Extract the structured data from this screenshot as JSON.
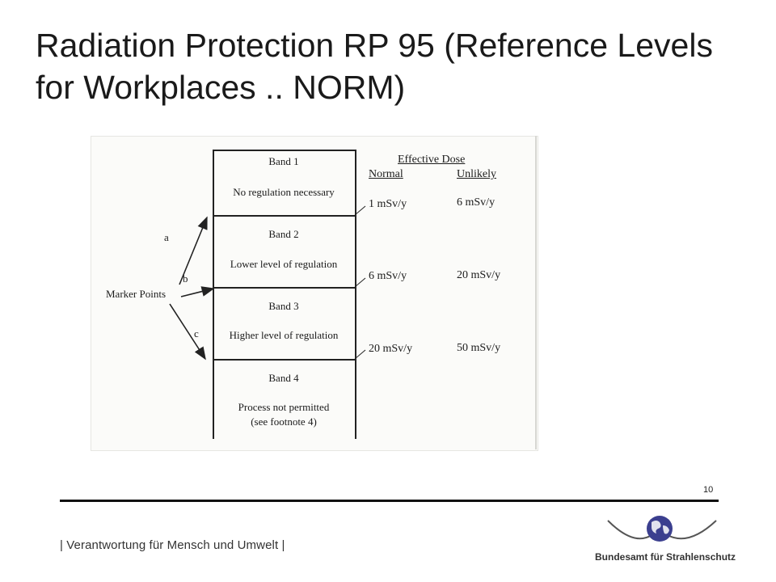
{
  "slide": {
    "title": "Radiation Protection RP 95 (Reference Levels for Workplaces .. NORM)",
    "page_number": "10"
  },
  "figure": {
    "header": "Effective Dose",
    "col_normal": "Normal",
    "col_unlikely": "Unlikely",
    "marker_label": "Marker Points",
    "arrow_labels": [
      "a",
      "b",
      "c"
    ],
    "bands": [
      {
        "name": "Band 1",
        "desc": "No regulation necessary"
      },
      {
        "name": "Band 2",
        "desc": "Lower level of regulation"
      },
      {
        "name": "Band 3",
        "desc": "Higher level of regulation"
      },
      {
        "name": "Band 4",
        "desc_line1": "Process not permitted",
        "desc_line2": "(see footnote 4)"
      }
    ],
    "doses": [
      {
        "normal": "1 mSv/y",
        "unlikely": "6 mSv/y"
      },
      {
        "normal": "6 mSv/y",
        "unlikely": "20 mSv/y"
      },
      {
        "normal": "20 mSv/y",
        "unlikely": "50 mSv/y"
      }
    ]
  },
  "footer": {
    "tagline": "| Verantwortung für Mensch und Umwelt |",
    "logo_text": "Bundesamt für Strahlenschutz"
  },
  "colors": {
    "globe": "#3b3f8f",
    "rule": "#111111"
  }
}
